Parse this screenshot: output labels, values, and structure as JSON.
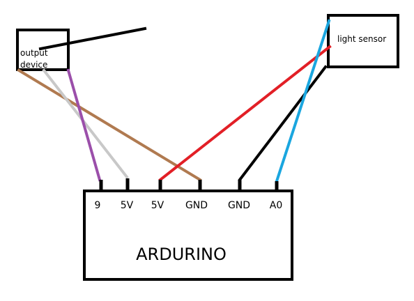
{
  "components": {
    "output_device": {
      "label_line1": "output",
      "label_line2": "device"
    },
    "light_sensor": {
      "label": "light sensor"
    },
    "board": {
      "label": "ARDURINO"
    }
  },
  "pins": [
    {
      "label": "9"
    },
    {
      "label": "5V"
    },
    {
      "label": "5V"
    },
    {
      "label": "GND"
    },
    {
      "label": "GND"
    },
    {
      "label": "A0"
    }
  ],
  "colors": {
    "outline": "#000000",
    "wire_purple": "#9b4faa",
    "wire_gray": "#c8c8c8",
    "wire_brown": "#b07a50",
    "wire_red": "#e21f26",
    "wire_black": "#000000",
    "wire_blue": "#1aa6df"
  }
}
